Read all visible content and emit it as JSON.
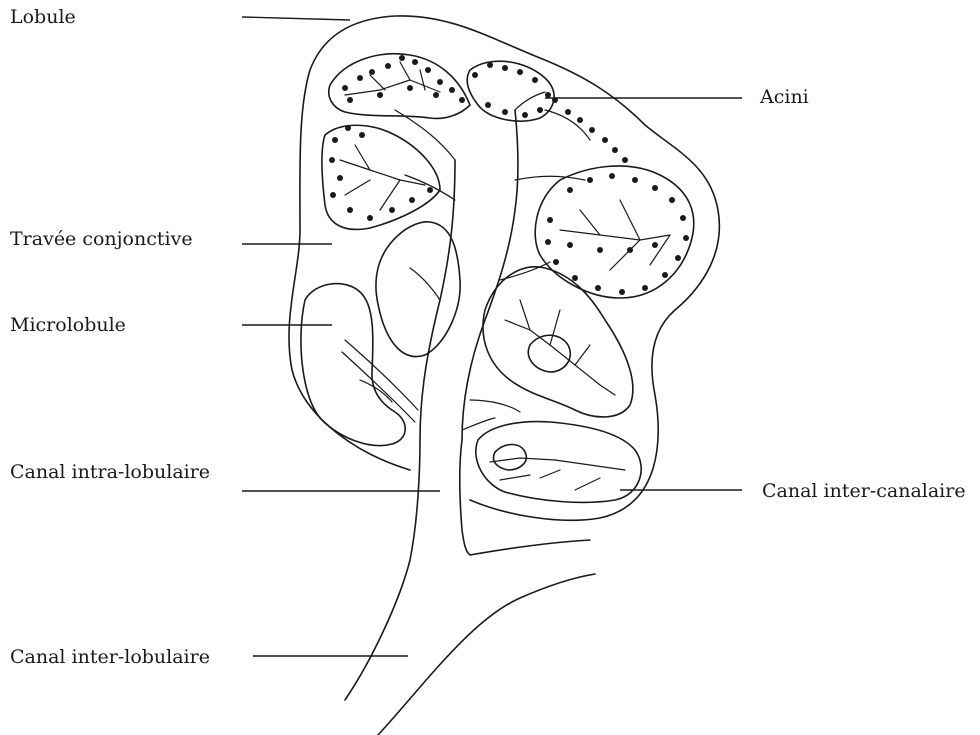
{
  "labels": {
    "lobule": "Lobule",
    "acini": "Acini",
    "travee": "Travée conjonctive",
    "microlobule": "Microlobule",
    "canal_intra": "Canal intra-lobulaire",
    "canal_inter_canalaire": "Canal inter-canalaire",
    "canal_inter_lobulaire": "Canal inter-lobulaire"
  }
}
